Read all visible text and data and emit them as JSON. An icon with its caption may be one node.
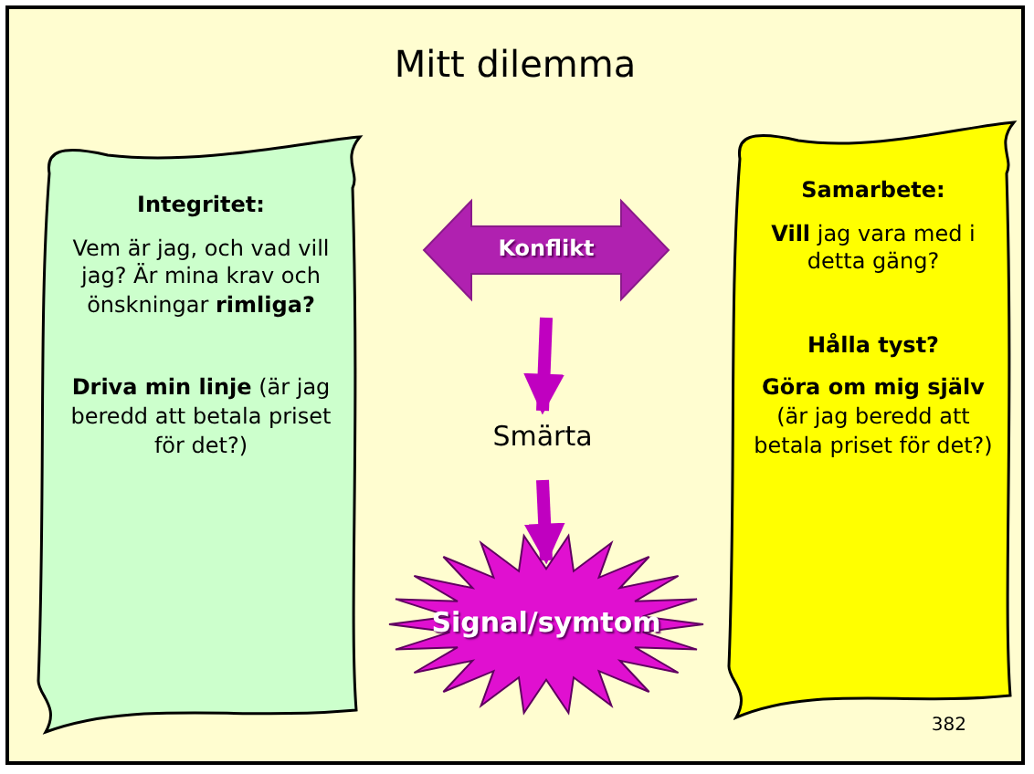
{
  "diagram": {
    "title": "Mitt dilemma",
    "nodes": [
      {
        "text": [
          "Integritet:",
          "Vem är jag, och vad vill jag? Är mina krav och önskningar **rimliga?**",
          "**Driva min linje** (är jag beredd att betala priset för det?)"
        ]
      },
      {
        "text": [
          "Konflikt"
        ]
      },
      {
        "text": [
          "Smärta"
        ]
      },
      {
        "text": [
          "Signal/symtom"
        ]
      },
      {
        "text": [
          "Samarbete:",
          "**Vill** jag vara med i detta gäng?",
          "Hålla tyst?",
          "**Göra om mig själv** (är jag beredd att betala priset för det?)"
        ]
      }
    ],
    "edges": [
      {
        "from": 1,
        "to": 2,
        "arrow": "to"
      },
      {
        "from": 2,
        "to": 3,
        "arrow": "to"
      }
    ],
    "labels": [
      "382"
    ]
  }
}
